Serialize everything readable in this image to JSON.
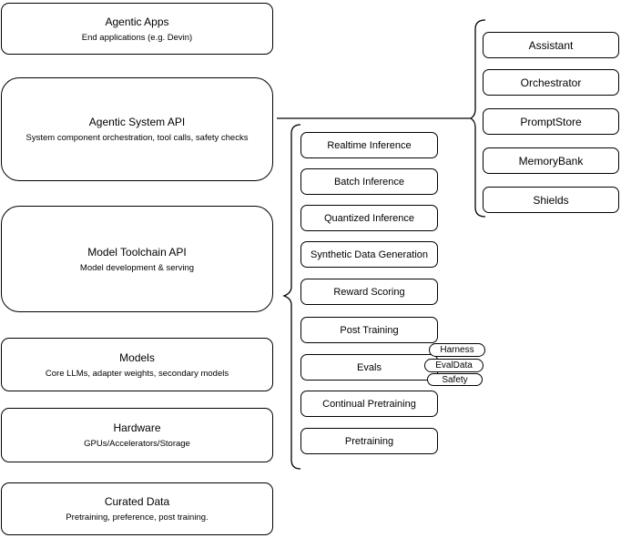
{
  "diagram": {
    "left_stack": [
      {
        "title": "Agentic Apps",
        "subtitle": "End applications (e.g. Devin)"
      },
      {
        "title": "Agentic System API",
        "subtitle": "System component orchestration, tool calls, safety checks"
      },
      {
        "title": "Model Toolchain API",
        "subtitle": "Model development & serving"
      },
      {
        "title": "Models",
        "subtitle": "Core LLMs, adapter weights, secondary models"
      },
      {
        "title": "Hardware",
        "subtitle": "GPUs/Accelerators/Storage"
      },
      {
        "title": "Curated Data",
        "subtitle": "Pretraining, preference, post training."
      }
    ],
    "toolchain_services": [
      "Realtime Inference",
      "Batch Inference",
      "Quantized Inference",
      "Synthetic Data Generation",
      "Reward Scoring",
      "Post Training",
      "Evals",
      "Continual Pretraining",
      "Pretraining"
    ],
    "eval_components": [
      "Harness",
      "EvalData",
      "Safety"
    ],
    "system_components": [
      "Assistant",
      "Orchestrator",
      "PromptStore",
      "MemoryBank",
      "Shields"
    ],
    "colors": {
      "stroke": "#000000",
      "background": "#ffffff"
    }
  }
}
